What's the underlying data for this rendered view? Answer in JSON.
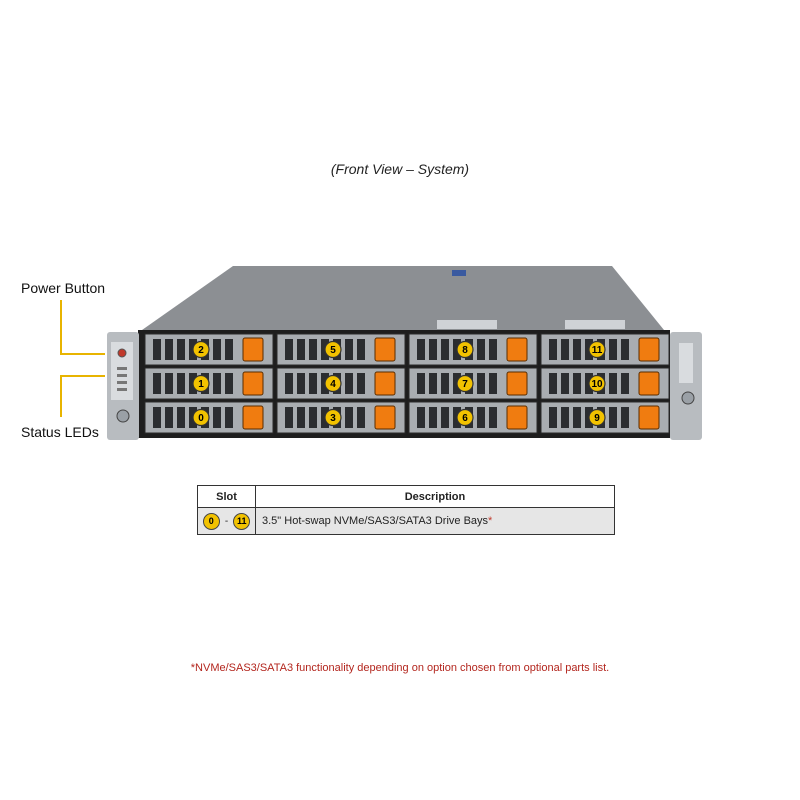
{
  "title": "(Front View – System)",
  "callouts": {
    "power_button": "Power Button",
    "status_leds": "Status LEDs"
  },
  "drive_bays": {
    "columns": [
      [
        "2",
        "1",
        "0"
      ],
      [
        "5",
        "4",
        "3"
      ],
      [
        "8",
        "7",
        "6"
      ],
      [
        "11",
        "10",
        "9"
      ]
    ],
    "badge_color": "#f2c200",
    "latch_color": "#f07c10",
    "chassis_color": "#1e1e1e"
  },
  "table": {
    "headers": [
      "Slot",
      "Description"
    ],
    "rows": [
      {
        "slot_from": "0",
        "slot_dash": "-",
        "slot_to": "11",
        "description": "3.5\" Hot-swap NVMe/SAS3/SATA3 Drive Bays",
        "asterisk": "*"
      }
    ]
  },
  "footnote": "*NVMe/SAS3/SATA3 functionality depending on option chosen from optional parts list."
}
